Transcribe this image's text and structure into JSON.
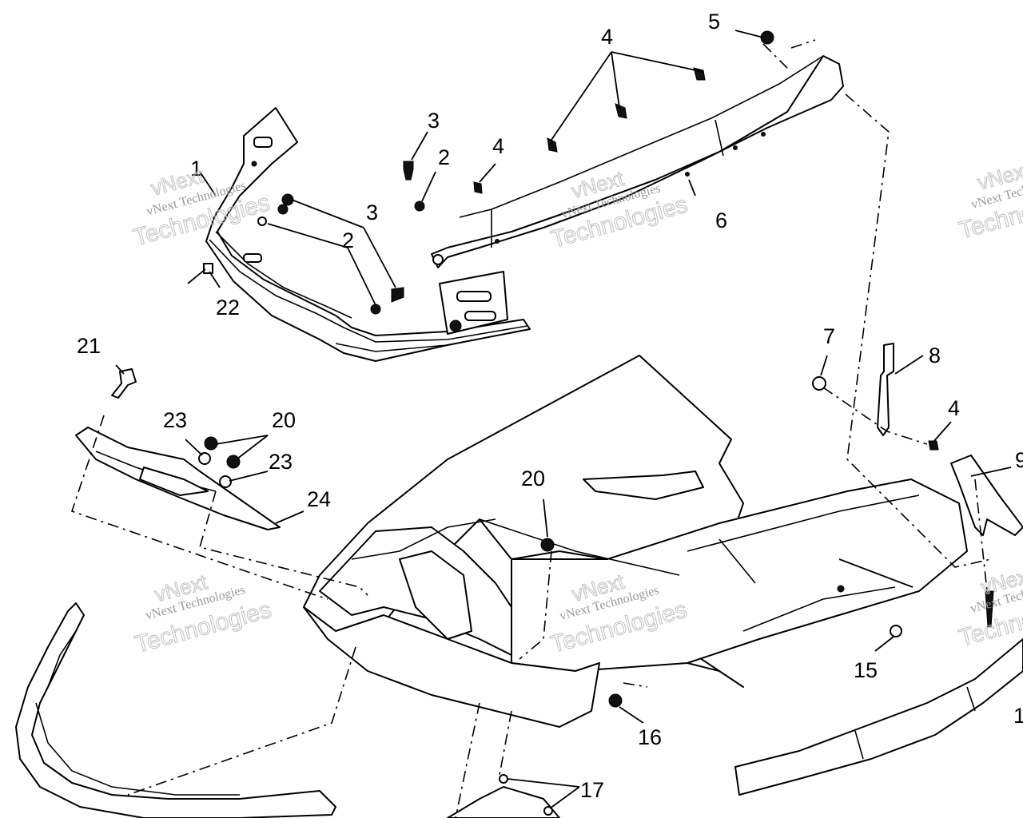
{
  "callouts": [
    {
      "id": "c1",
      "text": "1"
    },
    {
      "id": "c2a",
      "text": "2"
    },
    {
      "id": "c2b",
      "text": "2"
    },
    {
      "id": "c3a",
      "text": "3"
    },
    {
      "id": "c3b",
      "text": "3"
    },
    {
      "id": "c4a",
      "text": "4"
    },
    {
      "id": "c4b",
      "text": "4"
    },
    {
      "id": "c4c",
      "text": "4"
    },
    {
      "id": "c5",
      "text": "5"
    },
    {
      "id": "c6",
      "text": "6"
    },
    {
      "id": "c7",
      "text": "7"
    },
    {
      "id": "c8",
      "text": "8"
    },
    {
      "id": "c9",
      "text": "9"
    },
    {
      "id": "c15",
      "text": "15"
    },
    {
      "id": "c16",
      "text": "16"
    },
    {
      "id": "c17",
      "text": "17"
    },
    {
      "id": "c20a",
      "text": "20"
    },
    {
      "id": "c20b",
      "text": "20"
    },
    {
      "id": "c21",
      "text": "21"
    },
    {
      "id": "c22",
      "text": "22"
    },
    {
      "id": "c23a",
      "text": "23"
    },
    {
      "id": "c23b",
      "text": "23"
    },
    {
      "id": "c24",
      "text": "24"
    },
    {
      "id": "c1r",
      "text": "1"
    }
  ],
  "watermarks": [
    {
      "big": "vNext",
      "small": "vNext Technologies",
      "big2": "Technologies"
    }
  ]
}
